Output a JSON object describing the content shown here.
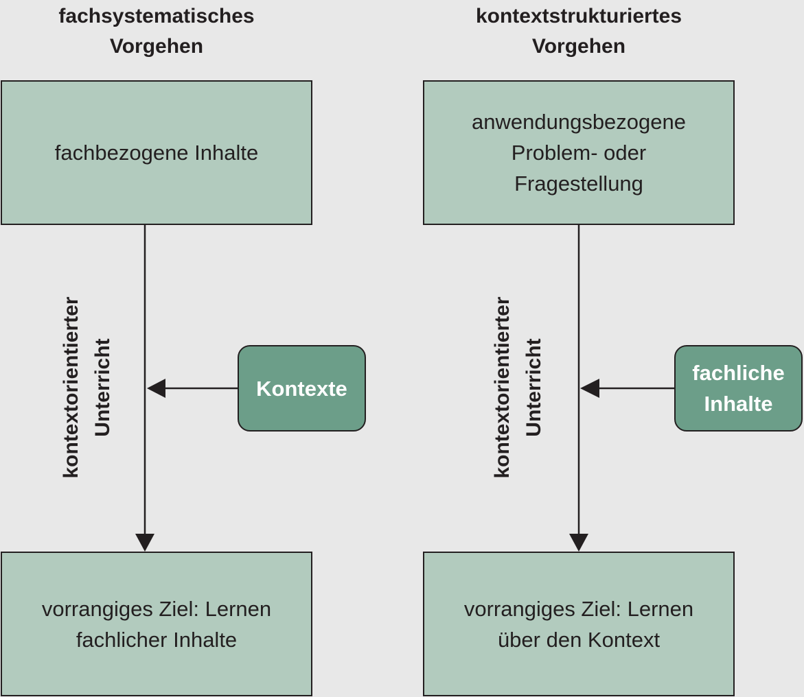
{
  "left": {
    "heading_line1": "fachsystematisches",
    "heading_line2": "Vorgehen",
    "top_box_line1": "fachbezogene Inhalte",
    "side_label_line1": "kontextorientierter",
    "side_label_line2": "Unterricht",
    "input_label_line1": "Kontexte",
    "bottom_box_line1": "vorrangiges Ziel: Lernen",
    "bottom_box_line2": "fachlicher Inhalte"
  },
  "right": {
    "heading_line1": "kontextstrukturiertes",
    "heading_line2": "Vorgehen",
    "top_box_line1": "anwendungsbezogene",
    "top_box_line2": "Problem- oder",
    "top_box_line3": "Fragestellung",
    "side_label_line1": "kontextorientierter",
    "side_label_line2": "Unterricht",
    "input_label_line1": "fachliche",
    "input_label_line2": "Inhalte",
    "bottom_box_line1": "vorrangiges Ziel: Lernen",
    "bottom_box_line2": "über den Kontext"
  },
  "colors": {
    "background": "#e8e8e8",
    "box_fill": "#b2cbbe",
    "pill_fill": "#6c9e89",
    "stroke": "#231f20"
  }
}
